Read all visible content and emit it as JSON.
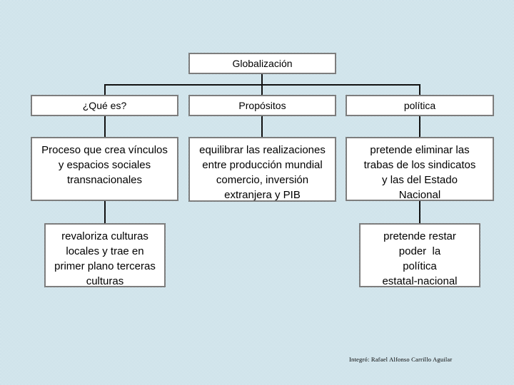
{
  "colors": {
    "background_checker_blue": "#a4cad8",
    "background_checker_white": "#ffffff",
    "box_fill": "#ffffff",
    "box_border": "#7d7d7d",
    "connector_line": "#111111",
    "text": "#000000"
  },
  "diagram": {
    "root": {
      "label": "Globalización"
    },
    "columns": [
      {
        "header": "¿Qué es?",
        "level1": "Proceso que crea vínculos\ny espacios sociales\ntransnacionales",
        "level2": "revaloriza culturas\nlocales y trae en\nprimer plano terceras\nculturas"
      },
      {
        "header": "Propósitos",
        "level1": "equilibrar las realizaciones\nentre producción mundial\ncomercio, inversión\nextranjera y PIB"
      },
      {
        "header": "política",
        "level1": "pretende eliminar las\ntrabas de los sindicatos\ny las del Estado\nNacional",
        "level2": "pretende restar\npoder  la\npolítica\nestatal-nacional"
      }
    ],
    "credit": "Integró: Rafael Alfonso Carrillo Aguilar"
  }
}
